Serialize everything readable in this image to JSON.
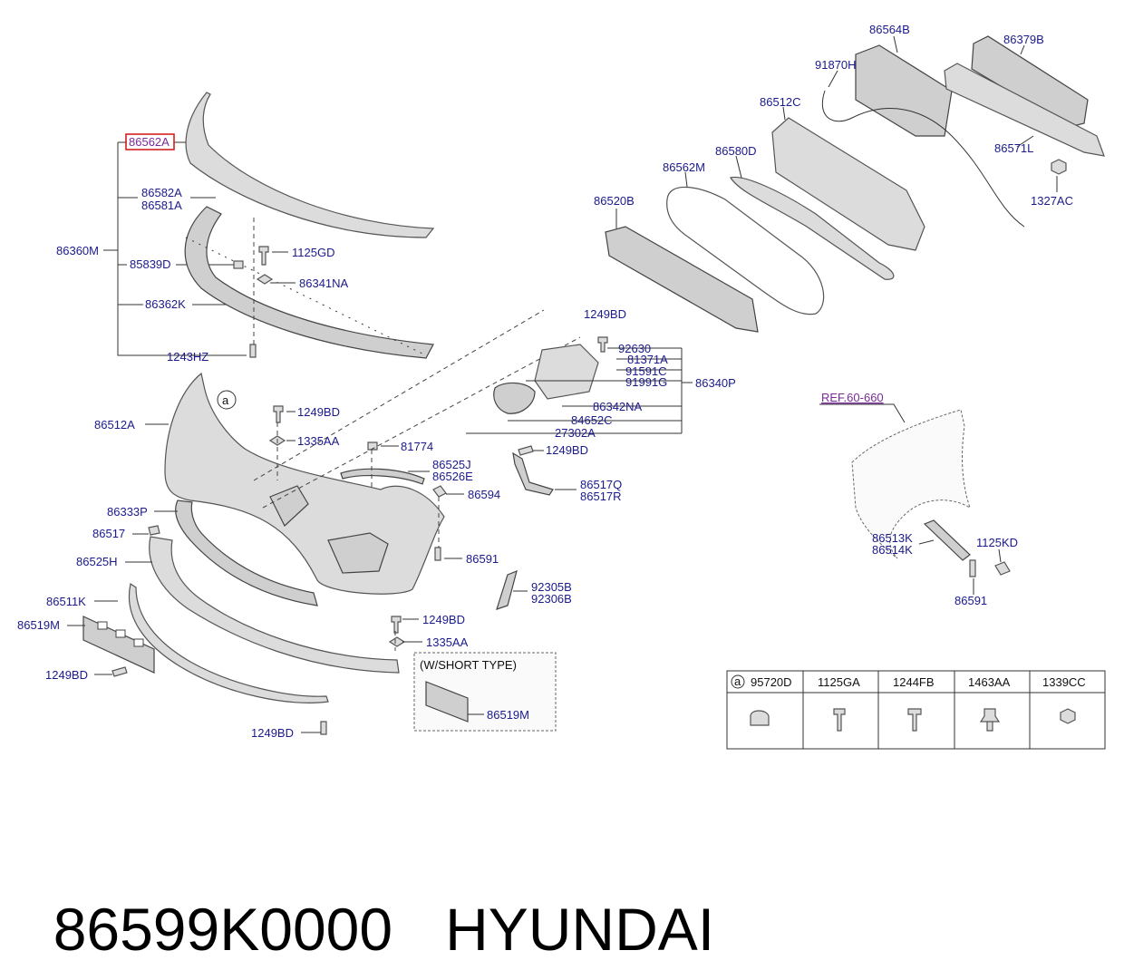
{
  "labels": {
    "l86562A": "86562A",
    "l86582A": "86582A",
    "l86581A": "86581A",
    "l86360M": "86360M",
    "l85839D": "85839D",
    "l86362K": "86362K",
    "l1243HZ": "1243HZ",
    "l1125GD": "1125GD",
    "l86341NA": "86341NA",
    "l86512A": "86512A",
    "l1249BD_a": "1249BD",
    "l1335AA_a": "1335AA",
    "l81774": "81774",
    "l86525J": "86525J",
    "l86526E": "86526E",
    "l86594": "86594",
    "l86333P": "86333P",
    "l86517": "86517",
    "l86525H": "86525H",
    "l86591_a": "86591",
    "l92305B": "92305B",
    "l92306B": "92306B",
    "l86511K": "86511K",
    "l86519M_a": "86519M",
    "l1249BD_b": "1249BD",
    "l1249BD_c": "1249BD",
    "l1335AA_b": "1335AA",
    "l1249BD_d": "1249BD",
    "l86519M_b": "86519M",
    "shortType": "(W/SHORT TYPE)",
    "l1249BD_e": "1249BD",
    "l92630": "92630",
    "l81371A": "81371A",
    "l91591C": "91591C",
    "l91991G": "91991G",
    "l86340P": "86340P",
    "l86342NA": "86342NA",
    "l84652C": "84652C",
    "l27302A": "27302A",
    "l1249BD_f": "1249BD",
    "l86517Q": "86517Q",
    "l86517R": "86517R",
    "l86564B": "86564B",
    "l86379B": "86379B",
    "l91870H": "91870H",
    "l86512C": "86512C",
    "l86580D": "86580D",
    "l86571L": "86571L",
    "l1327AC": "1327AC",
    "l86562M": "86562M",
    "l86520B": "86520B",
    "ref": "REF.60-660",
    "l86513K": "86513K",
    "l86514K": "86514K",
    "l1125KD": "1125KD",
    "l86591_b": "86591",
    "callout_a": "a",
    "callout_a2": "a"
  },
  "fastener_table": {
    "headers": [
      "95720D",
      "1125GA",
      "1244FB",
      "1463AA",
      "1339CC"
    ]
  },
  "footer": {
    "part_number": "86599K0000",
    "brand": "HYUNDAI"
  },
  "colors": {
    "label": "#1a1a8c",
    "highlight_box": "#d42020",
    "reference": "#7a2a9a"
  }
}
